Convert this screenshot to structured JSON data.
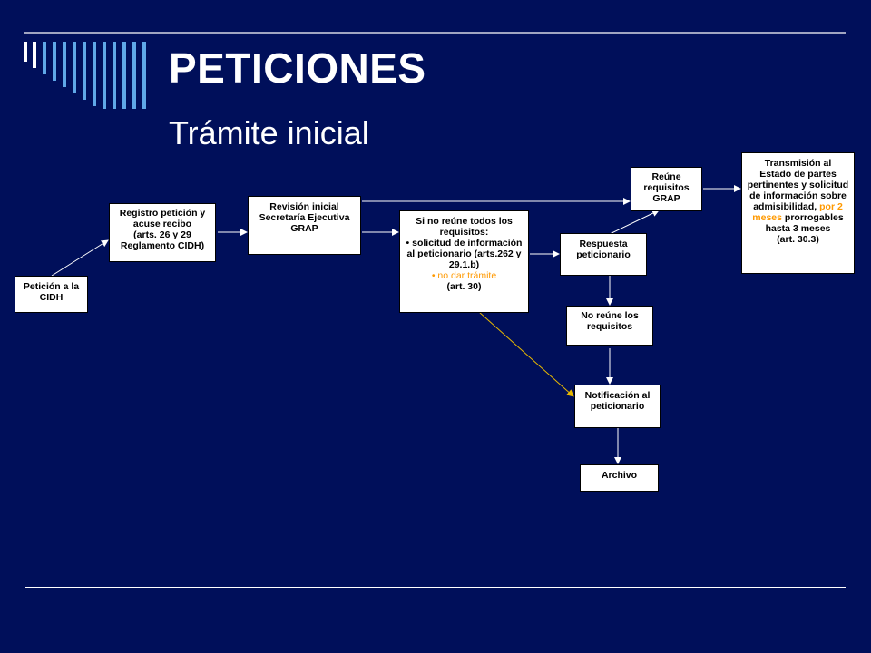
{
  "slide": {
    "title": "PETICIONES",
    "subtitle": "Trámite inicial"
  },
  "colors": {
    "background": "#000F5A",
    "box": "#FFFFFF",
    "accent": "#FF9900",
    "connector_highlight": "#E8B800"
  },
  "nodes": {
    "peticion": {
      "lines": [
        "Petición a la",
        "CIDH"
      ]
    },
    "registro": {
      "lines": [
        "Registro petición y",
        "acuse recibo",
        "(arts. 26 y 29",
        "Reglamento CIDH)"
      ]
    },
    "revision": {
      "lines": [
        "Revisión inicial",
        "Secretaría Ejecutiva",
        "GRAP"
      ]
    },
    "no_reune_todos": {
      "line1": "Si no reúne todos los",
      "line2": "requisitos:",
      "bullet1": [
        "• solicitud de información",
        "al peticionario (arts.262 y",
        "29.1.b)"
      ],
      "bullet2": "• no dar trámite",
      "line_end": "(art. 30)"
    },
    "respuesta": {
      "lines": [
        "Respuesta",
        "peticionario"
      ]
    },
    "reune": {
      "lines": [
        "Reúne",
        "requisitos",
        "GRAP"
      ]
    },
    "transmision": {
      "lines_before": [
        "Transmisión al",
        "Estado de partes",
        "pertinentes y solicitud",
        "de información sobre"
      ],
      "admisibilidad": "admisibilidad, ",
      "por_2": "por 2",
      "meses": "meses",
      "prorrogables": " prorrogables",
      "lines_after": [
        "hasta 3 meses",
        "(art. 30.3)"
      ]
    },
    "no_reune": {
      "lines": [
        "No reúne los",
        "requisitos"
      ]
    },
    "notificacion": {
      "lines": [
        "Notificación al",
        "peticionario"
      ]
    },
    "archivo": {
      "lines": [
        "Archivo"
      ]
    }
  }
}
